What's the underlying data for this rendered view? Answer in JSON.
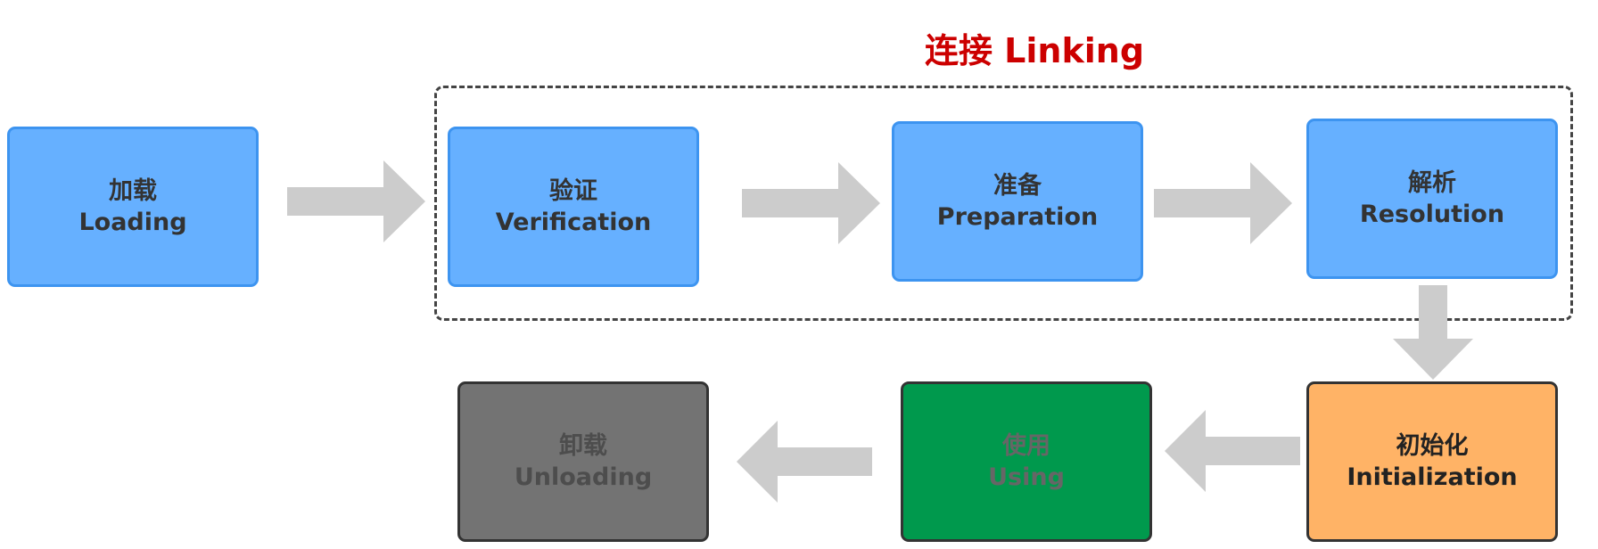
{
  "diagram": {
    "group_title": "连接 Linking",
    "stages": {
      "loading": {
        "cn": "加载",
        "en": "Loading"
      },
      "verification": {
        "cn": "验证",
        "en": "Verification"
      },
      "preparation": {
        "cn": "准备",
        "en": "Preparation"
      },
      "resolution": {
        "cn": "解析",
        "en": "Resolution"
      },
      "initialization": {
        "cn": "初始化",
        "en": "Initialization"
      },
      "using": {
        "cn": "使用",
        "en": "Using"
      },
      "unloading": {
        "cn": "卸载",
        "en": "Unloading"
      }
    },
    "colors": {
      "blue": "#66b0ff",
      "orange": "#ffb366",
      "green": "#00994d",
      "gray": "#737373",
      "arrow": "#cccccc",
      "title": "#cc0000"
    }
  }
}
